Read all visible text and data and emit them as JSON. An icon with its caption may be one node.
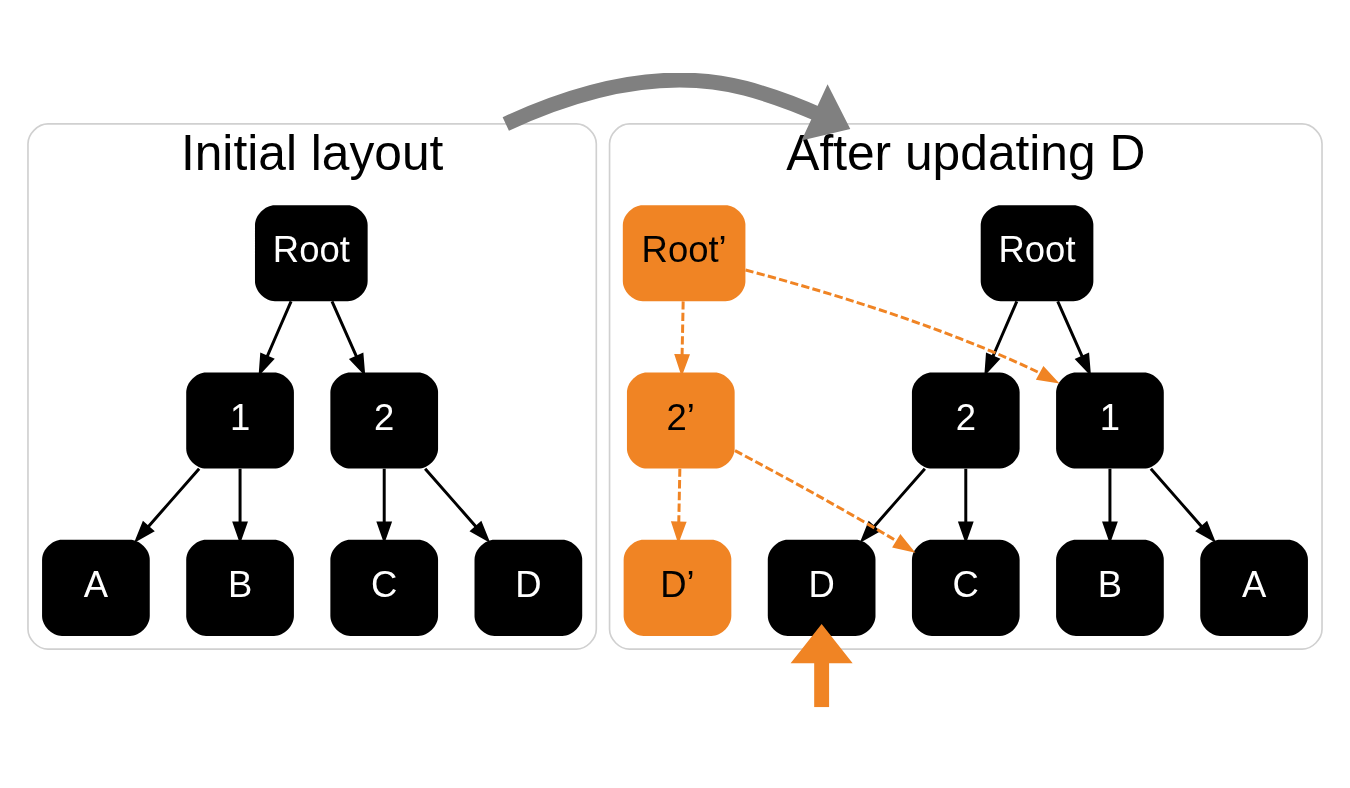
{
  "diagram": {
    "nodes": [
      {
        "text": [
          "Initial layout"
        ]
      },
      {
        "text": [
          "Root"
        ],
        "in": 0
      },
      {
        "text": [
          "1"
        ],
        "in": 0
      },
      {
        "text": [
          "2"
        ],
        "in": 0
      },
      {
        "text": [
          "A"
        ],
        "in": 0
      },
      {
        "text": [
          "B"
        ],
        "in": 0
      },
      {
        "text": [
          "C"
        ],
        "in": 0
      },
      {
        "text": [
          "D"
        ],
        "in": 0
      },
      {
        "text": [
          "After updating D"
        ]
      },
      {
        "text": [
          "Root"
        ],
        "in": 8
      },
      {
        "text": [
          "1"
        ],
        "in": 8
      },
      {
        "text": [
          "2"
        ],
        "in": 8
      },
      {
        "text": [
          "A"
        ],
        "in": 8
      },
      {
        "text": [
          "B"
        ],
        "in": 8
      },
      {
        "text": [
          "C"
        ],
        "in": 8
      },
      {
        "text": [
          "D"
        ],
        "in": 8
      },
      {
        "text": [
          "Root’"
        ],
        "in": 8
      },
      {
        "text": [
          "2’"
        ],
        "in": 8
      },
      {
        "text": [
          "D’"
        ],
        "in": 8
      }
    ],
    "edges": [
      {
        "from": 1,
        "to": 2,
        "arrow": "to"
      },
      {
        "from": 1,
        "to": 3,
        "arrow": "to"
      },
      {
        "from": 2,
        "to": 4,
        "arrow": "to"
      },
      {
        "from": 2,
        "to": 5,
        "arrow": "to"
      },
      {
        "from": 3,
        "to": 6,
        "arrow": "to"
      },
      {
        "from": 3,
        "to": 7,
        "arrow": "to"
      },
      {
        "from": 0,
        "to": 8,
        "arrow": "to",
        "style": "thick",
        "color": "#808080"
      },
      {
        "from": 9,
        "to": 10,
        "arrow": "to"
      },
      {
        "from": 9,
        "to": 11,
        "arrow": "to"
      },
      {
        "from": 10,
        "to": 12,
        "arrow": "to"
      },
      {
        "from": 10,
        "to": 13,
        "arrow": "to"
      },
      {
        "from": 11,
        "to": 14,
        "arrow": "to"
      },
      {
        "from": 11,
        "to": 15,
        "arrow": "to"
      },
      {
        "from": 16,
        "to": 10,
        "arrow": "to",
        "style": "dashed",
        "color": "#f08424"
      },
      {
        "from": 16,
        "to": 17,
        "arrow": "to",
        "style": "dashed",
        "color": "#f08424"
      },
      {
        "from": 17,
        "to": 14,
        "arrow": "to",
        "style": "dashed",
        "color": "#f08424"
      },
      {
        "from": 17,
        "to": 18,
        "arrow": "to",
        "style": "dashed",
        "color": "#f08424"
      },
      {
        "from": null,
        "to": 15,
        "arrow": "to",
        "style": "thick",
        "color": "#f08424"
      }
    ]
  }
}
